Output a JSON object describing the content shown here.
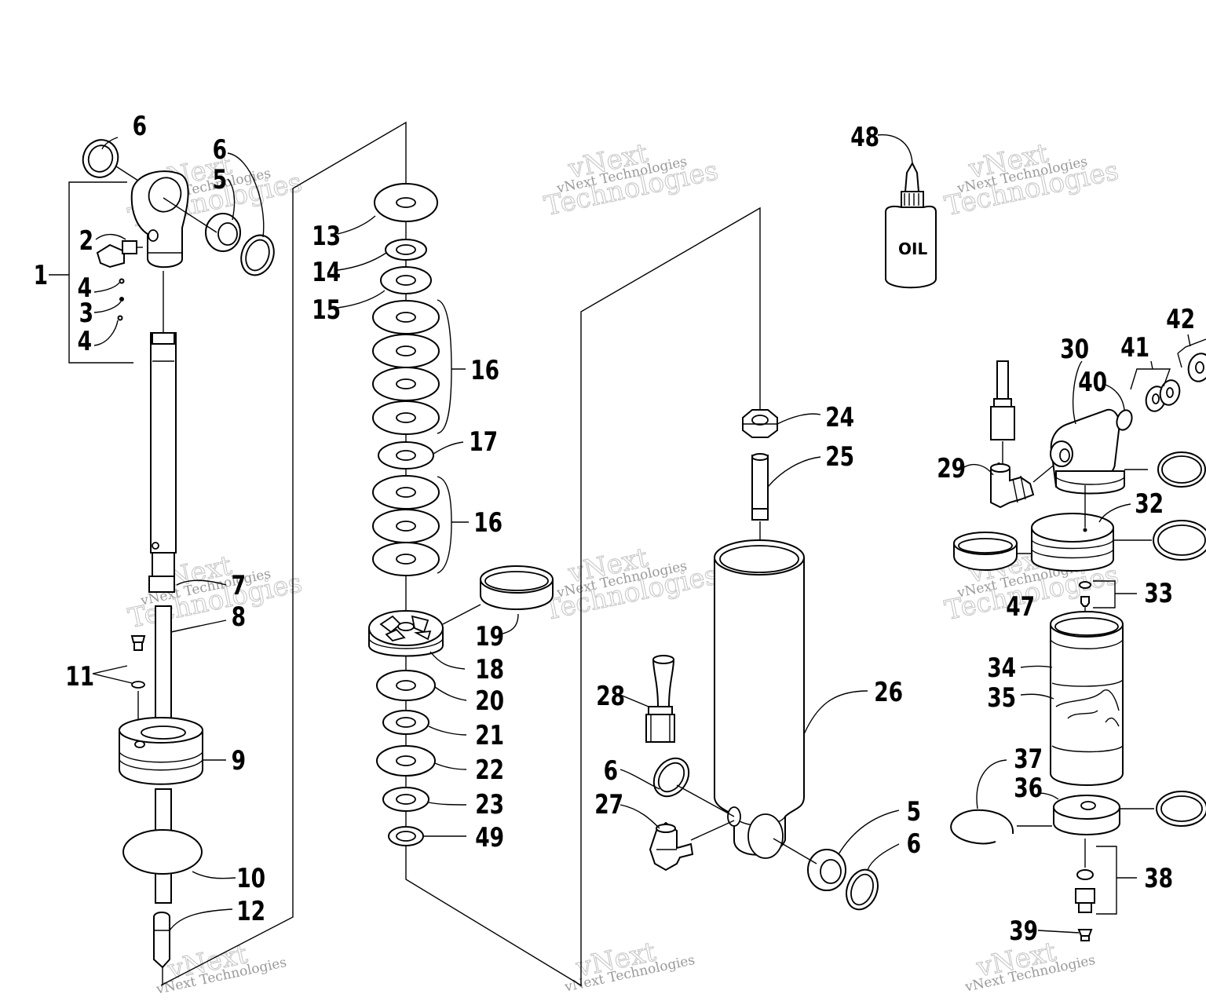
{
  "callouts": {
    "c1": "1",
    "c2": "2",
    "c3": "3",
    "c4a": "4",
    "c4b": "4",
    "c5a": "5",
    "c5b": "5",
    "c6a": "6",
    "c6b": "6",
    "c6c": "6",
    "c6d": "6",
    "c7": "7",
    "c8": "8",
    "c9": "9",
    "c10": "10",
    "c11": "11",
    "c12": "12",
    "c13": "13",
    "c14": "14",
    "c15": "15",
    "c16a": "16",
    "c16b": "16",
    "c17": "17",
    "c18": "18",
    "c19": "19",
    "c20": "20",
    "c21": "21",
    "c22": "22",
    "c23": "23",
    "c24": "24",
    "c25": "25",
    "c26": "26",
    "c27": "27",
    "c28": "28",
    "c29": "29",
    "c30": "30",
    "c32": "32",
    "c33": "33",
    "c34": "34",
    "c35": "35",
    "c36": "36",
    "c37": "37",
    "c38": "38",
    "c39": "39",
    "c40": "40",
    "c41": "41",
    "c42": "42",
    "c47": "47",
    "c48": "48",
    "c49": "49"
  },
  "oil_label": "OIL",
  "watermark": {
    "brand": "vNext",
    "company": "vNext Technologies",
    "outline": "Technologies"
  }
}
